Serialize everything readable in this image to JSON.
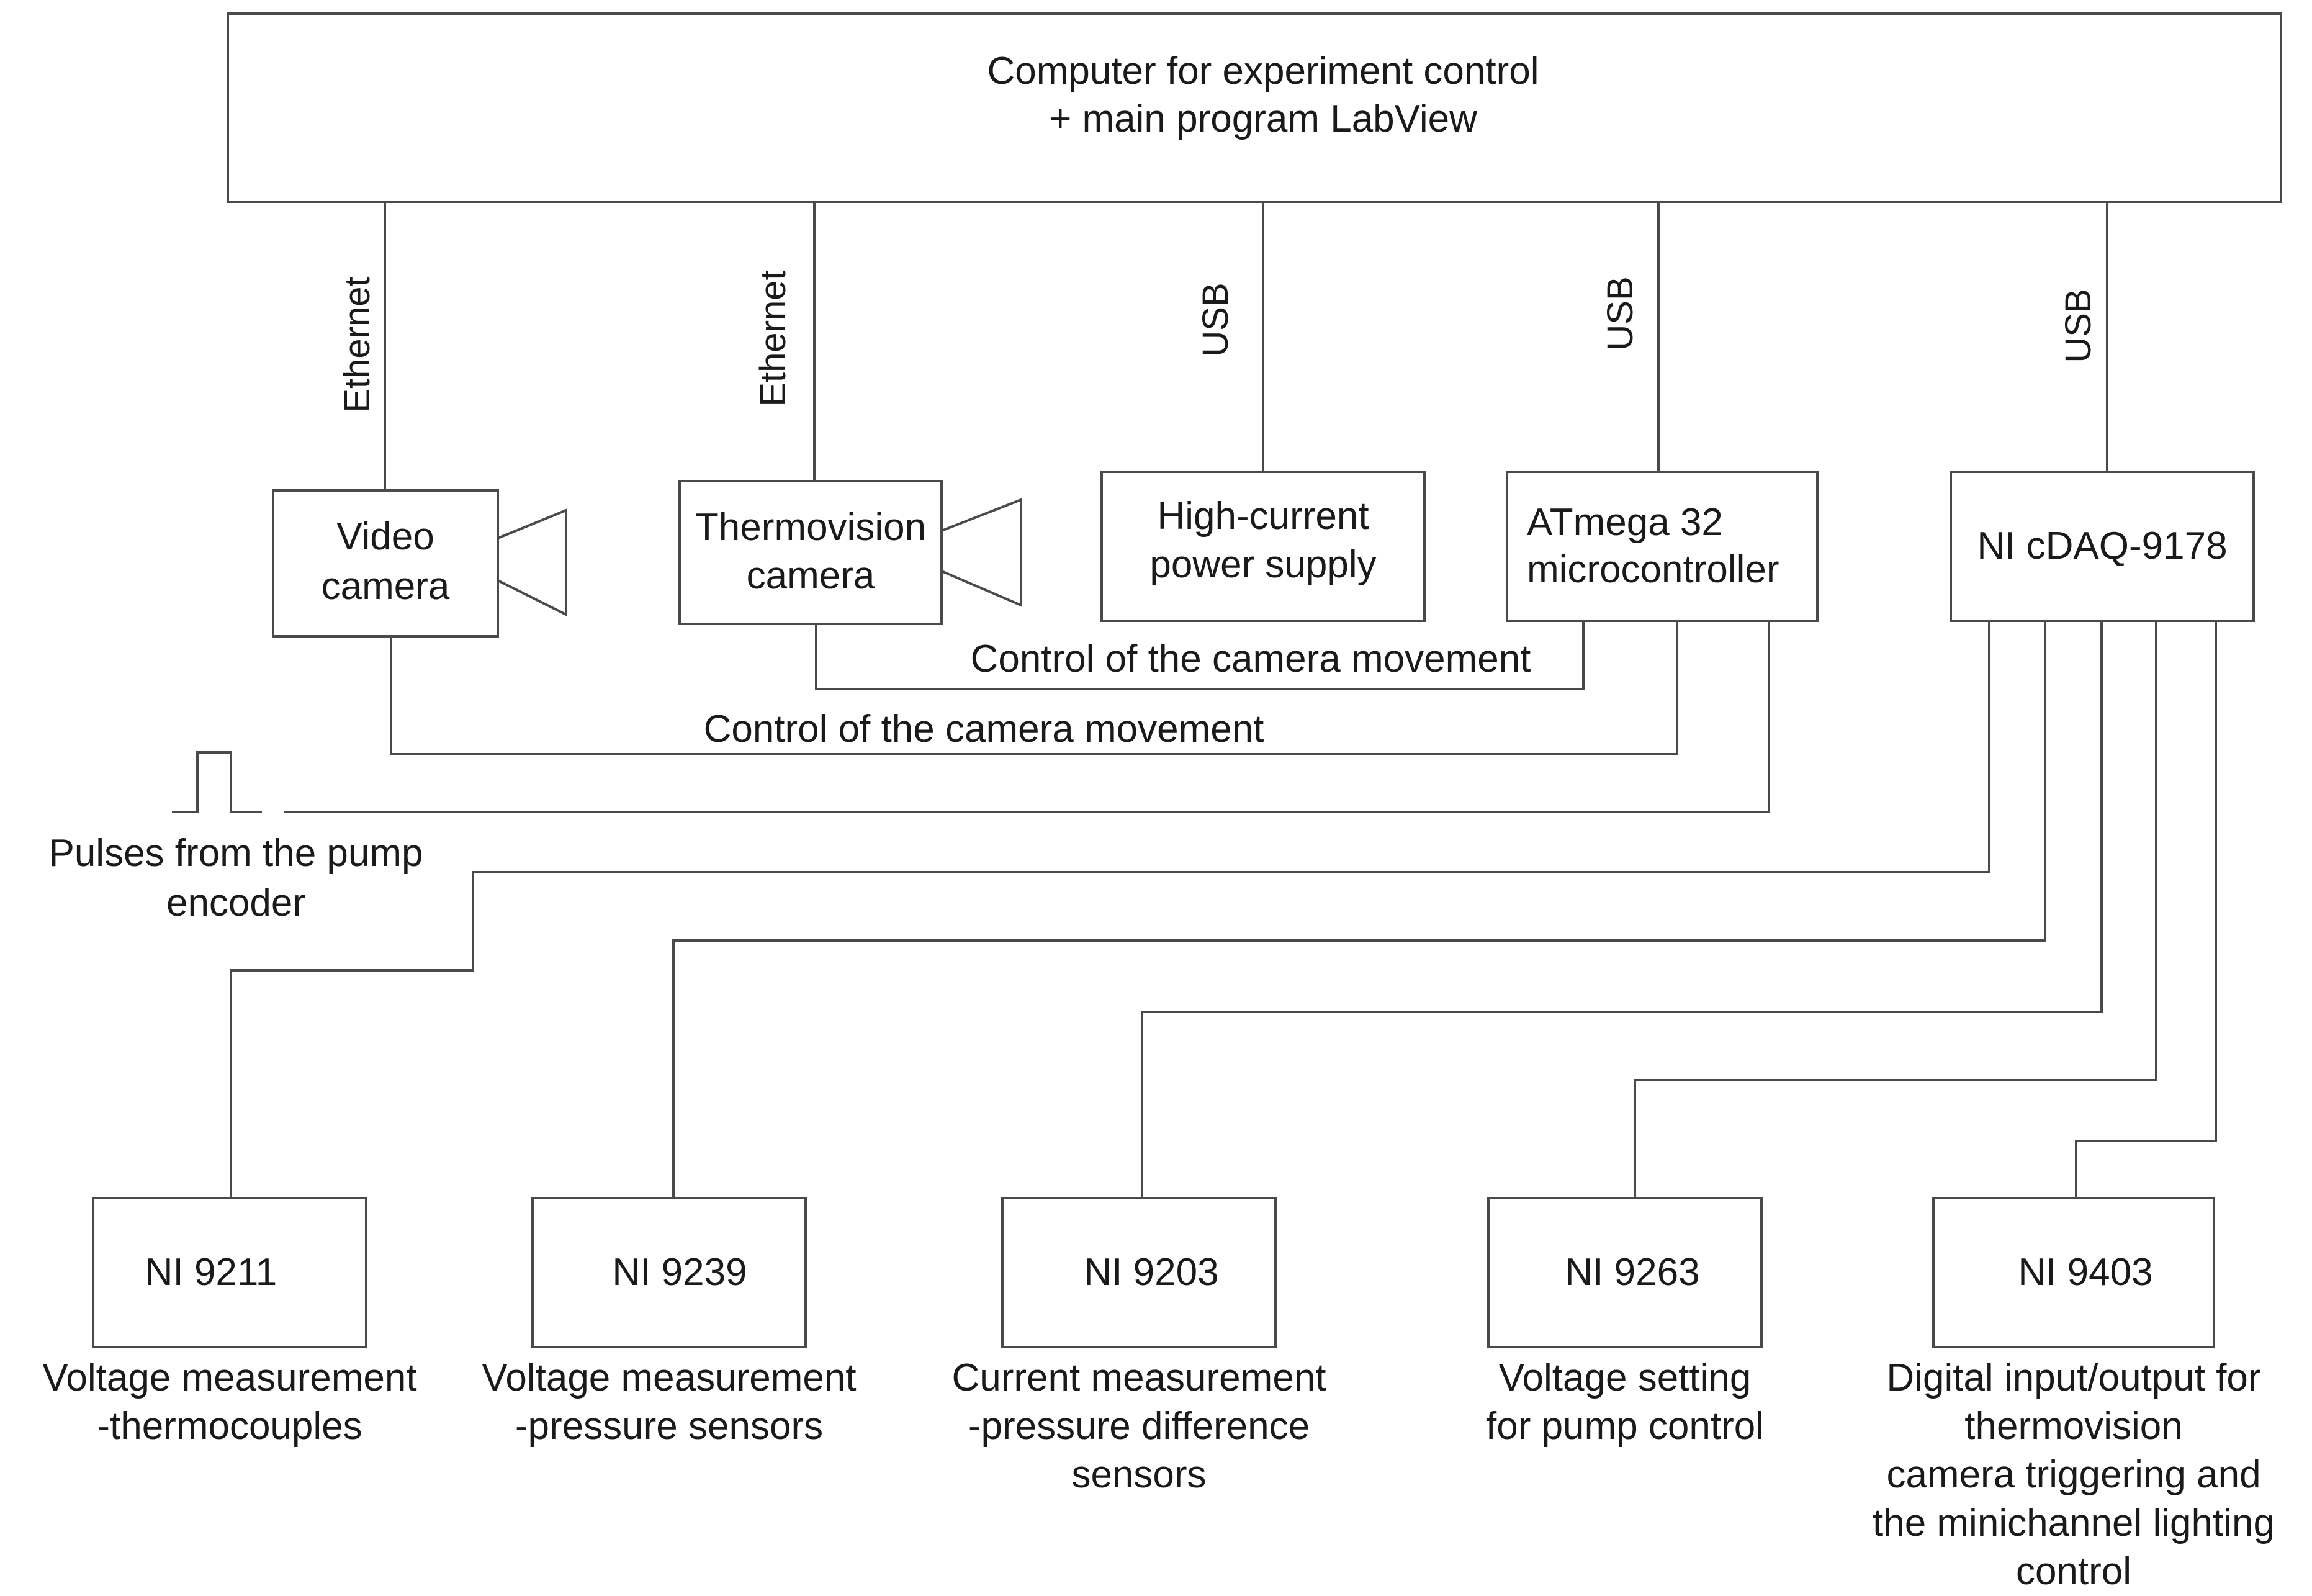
{
  "computer": {
    "line1": "Computer for experiment control",
    "line2": "+ main program LabView"
  },
  "links": {
    "video_camera": "Ethernet",
    "thermovision_camera": "Ethernet",
    "power_supply": "USB",
    "microcontroller": "USB",
    "cdaq": "USB"
  },
  "devices": {
    "video_camera": {
      "line1": "Video",
      "line2": "camera"
    },
    "thermovision_camera": {
      "line1": "Thermovision",
      "line2": "camera"
    },
    "power_supply": {
      "line1": "High-current",
      "line2": "power supply"
    },
    "microcontroller": {
      "line1": "ATmega 32",
      "line2": "microcontroller"
    },
    "cdaq": {
      "label": "NI cDAQ-9178"
    }
  },
  "control_labels": {
    "thermovision": "Control of the camera movement",
    "video": "Control of the camera movement"
  },
  "pulses": {
    "line1": "Pulses from the pump",
    "line2": "encoder"
  },
  "modules": [
    {
      "name": "NI 9211",
      "desc": [
        "Voltage measurement",
        "-thermocouples"
      ]
    },
    {
      "name": "NI 9239",
      "desc": [
        "Voltage measurement",
        "-pressure sensors"
      ]
    },
    {
      "name": "NI 9203",
      "desc": [
        "Current measurement",
        "-pressure difference",
        "sensors"
      ]
    },
    {
      "name": "NI 9263",
      "desc": [
        "Voltage setting",
        "for pump control"
      ]
    },
    {
      "name": "NI 9403",
      "desc": [
        "Digital input/output for",
        "thermovision",
        "camera triggering and",
        "the minichannel lighting",
        "control"
      ]
    }
  ]
}
